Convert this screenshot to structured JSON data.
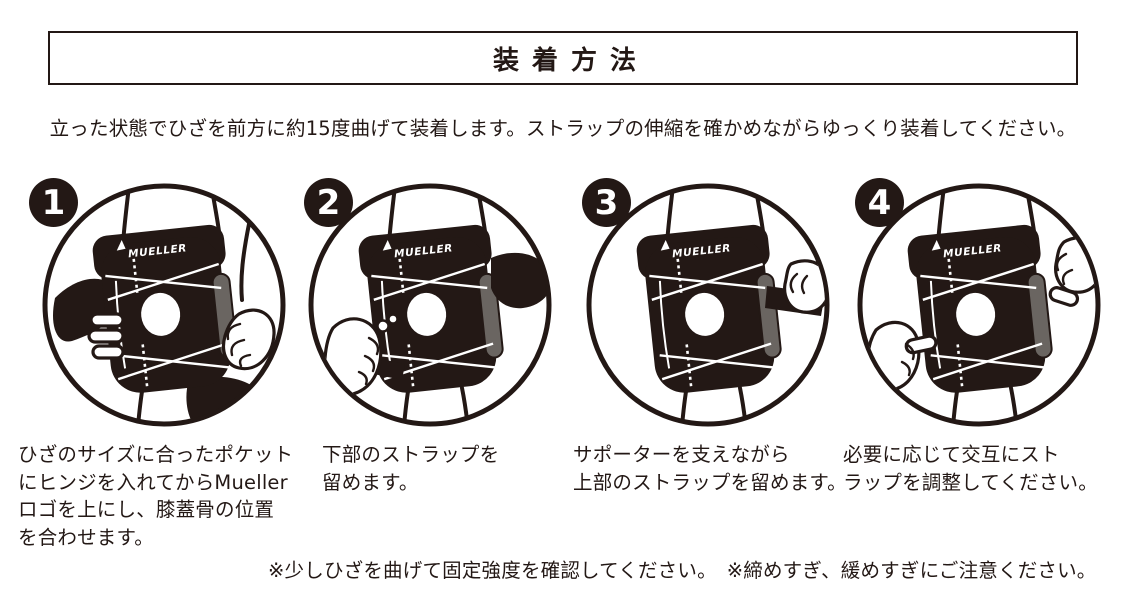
{
  "colors": {
    "ink": "#231815",
    "hinge_gray": "#6a6561",
    "background": "#ffffff"
  },
  "header": {
    "title": "装着方法"
  },
  "intro": {
    "text": "立った状態でひざを前方に約15度曲げて装着します。ストラップの伸縮を確かめながらゆっくり装着してください。"
  },
  "brand": {
    "logo_text": "MUELLER"
  },
  "steps": [
    {
      "number": "1",
      "caption": "ひざのサイズに合ったポケット\nにヒンジを入れてからMueller\nロゴを上にし、膝蓋骨の位置\nを合わせます。",
      "illustration": "knee-brace-positioning-with-both-hands"
    },
    {
      "number": "2",
      "caption": "下部のストラップを\n留めます。",
      "illustration": "fastening-lower-strap"
    },
    {
      "number": "3",
      "caption": "サポーターを支えながら\n上部のストラップを留めます。",
      "illustration": "fastening-upper-strap-while-supporting"
    },
    {
      "number": "4",
      "caption": "必要に応じて交互にスト\nラップを調整してください。",
      "illustration": "adjusting-straps-alternately"
    }
  ],
  "footnote": {
    "text": "※少しひざを曲げて固定強度を確認してください。　※締めすぎ、緩めすぎにご注意ください。"
  }
}
